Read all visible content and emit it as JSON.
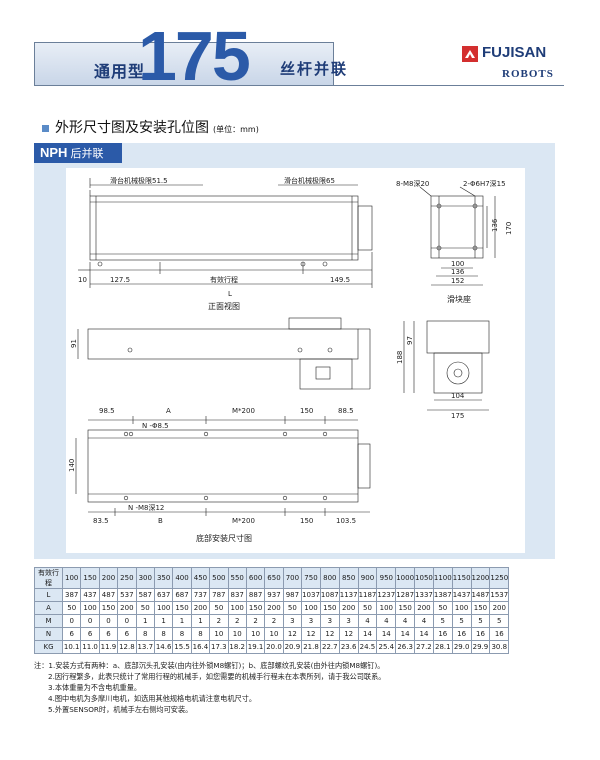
{
  "header": {
    "prefix": "通用型",
    "model": "175",
    "suffix": "丝杆并联",
    "brand": "FUJISAN",
    "brand_sub": "ROBOTS",
    "brand_color": "#2b5aa8"
  },
  "section": {
    "title": "外形尺寸图及安装孔位图",
    "unit": "(单位：mm)"
  },
  "panel": {
    "code": "NPH",
    "label": "后并联"
  },
  "drawing": {
    "front": {
      "stroke_a": "滑台机械极限51.5",
      "stroke_b": "滑台机械极限65",
      "d10": "10",
      "d1275": "127.5",
      "effective": "有效行程",
      "d1495": "149.5",
      "L": "L",
      "caption": "正面视图"
    },
    "slider": {
      "hole1": "8-M8深20",
      "hole2": "2-Φ6H7深15",
      "d136": "136",
      "d170": "170",
      "d100": "100",
      "d136b": "136",
      "d152": "152",
      "caption": "滑块座"
    },
    "side": {
      "d91": "91",
      "d97": "97",
      "d188": "188",
      "d104": "104",
      "d175": "175"
    },
    "bottom": {
      "d985": "98.5",
      "A": "A",
      "M200a": "M*200",
      "d150a": "150",
      "d885": "88.5",
      "holes_top": "N -Φ8.5",
      "d140": "140",
      "holes_bottom": "N -M8深12",
      "d835": "83.5",
      "B": "B",
      "M200b": "M*200",
      "d150b": "150",
      "d1035": "103.5",
      "caption": "底部安装尺寸图"
    }
  },
  "spec_table": {
    "rows": [
      {
        "label": "有效行程",
        "values": [
          "100",
          "150",
          "200",
          "250",
          "300",
          "350",
          "400",
          "450",
          "500",
          "550",
          "600",
          "650",
          "700",
          "750",
          "800",
          "850",
          "900",
          "950",
          "1000",
          "1050",
          "1100",
          "1150",
          "1200",
          "1250"
        ]
      },
      {
        "label": "L",
        "values": [
          "387",
          "437",
          "487",
          "537",
          "587",
          "637",
          "687",
          "737",
          "787",
          "837",
          "887",
          "937",
          "987",
          "1037",
          "1087",
          "1137",
          "1187",
          "1237",
          "1287",
          "1337",
          "1387",
          "1437",
          "1487",
          "1537"
        ]
      },
      {
        "label": "A",
        "values": [
          "50",
          "100",
          "150",
          "200",
          "50",
          "100",
          "150",
          "200",
          "50",
          "100",
          "150",
          "200",
          "50",
          "100",
          "150",
          "200",
          "50",
          "100",
          "150",
          "200",
          "50",
          "100",
          "150",
          "200"
        ]
      },
      {
        "label": "M",
        "values": [
          "0",
          "0",
          "0",
          "0",
          "1",
          "1",
          "1",
          "1",
          "2",
          "2",
          "2",
          "2",
          "3",
          "3",
          "3",
          "3",
          "4",
          "4",
          "4",
          "4",
          "5",
          "5",
          "5",
          "5"
        ]
      },
      {
        "label": "N",
        "values": [
          "6",
          "6",
          "6",
          "6",
          "8",
          "8",
          "8",
          "8",
          "10",
          "10",
          "10",
          "10",
          "12",
          "12",
          "12",
          "12",
          "14",
          "14",
          "14",
          "14",
          "16",
          "16",
          "16",
          "16"
        ]
      },
      {
        "label": "KG",
        "values": [
          "10.1",
          "11.0",
          "11.9",
          "12.8",
          "13.7",
          "14.6",
          "15.5",
          "16.4",
          "17.3",
          "18.2",
          "19.1",
          "20.0",
          "20.9",
          "21.8",
          "22.7",
          "23.6",
          "24.5",
          "25.4",
          "26.3",
          "27.2",
          "28.1",
          "29.0",
          "29.9",
          "30.8"
        ]
      }
    ]
  },
  "notes": [
    "注：1.安装方式有两种：a、底部沉头孔安装(由内往外锁M8螺钉)；b、底部螺纹孔安装(由外往内锁M8螺钉)。",
    "2.因行程繁多，此表只统计了常用行程的机械手，如您需要的机械手行程未在本表所列，请于我公司联系。",
    "3.本体重量为不含电机重量。",
    "4.图中电机为多摩川电机，如选用其他规格电机请注意电机尺寸。",
    "5.外置SENSOR时，机械手左右侧均可安装。"
  ]
}
